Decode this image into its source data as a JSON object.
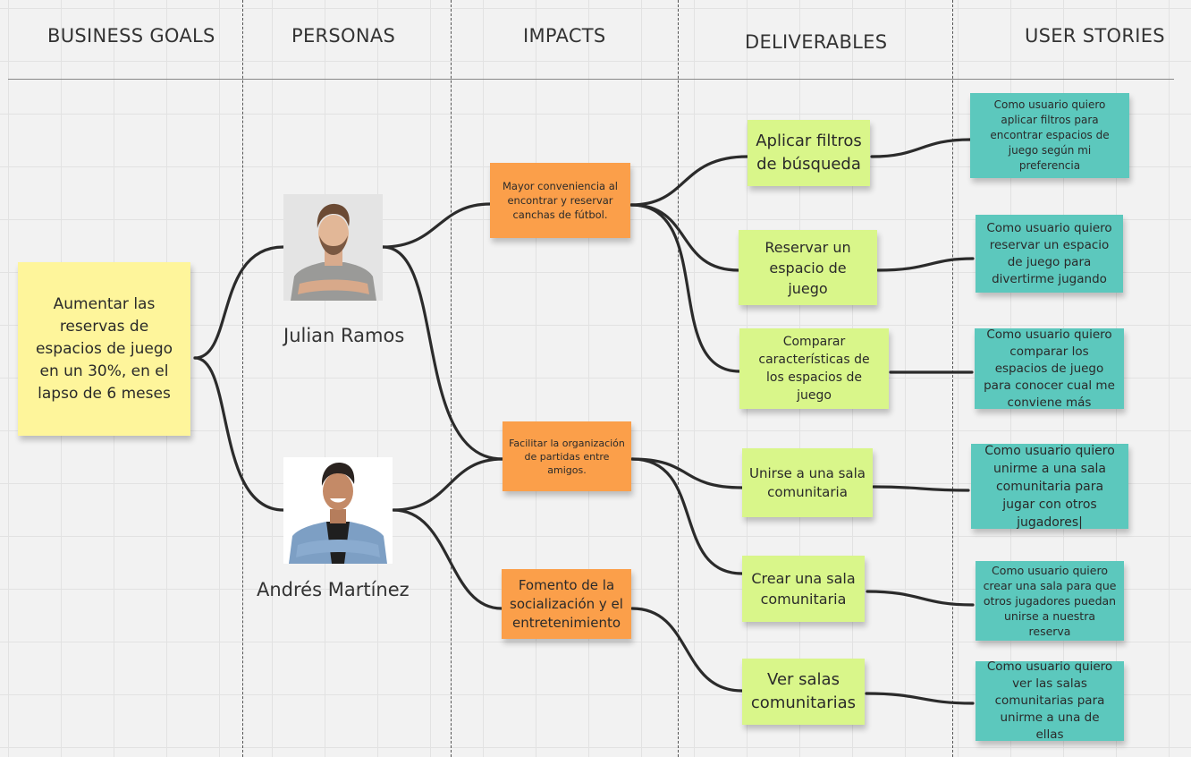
{
  "headers": {
    "business_goals": "BUSINESS GOALS",
    "personas": "PERSONAS",
    "impacts": "IMPACTS",
    "deliverables": "DELIVERABLES",
    "user_stories": "USER STORIES"
  },
  "goal": "Aumentar las reservas  de espacios de juego en un 30%, en el lapso de 6 meses",
  "personas": [
    {
      "name": "Julian Ramos",
      "icon": "person-photo-icon"
    },
    {
      "name": "Andrés Martínez",
      "icon": "person-photo-icon"
    }
  ],
  "impacts": [
    "Mayor conveniencia al encontrar y reservar canchas de fútbol.",
    "Facilitar la organización de partidas entre amigos.",
    "Fomento de la socialización y el entretenimiento"
  ],
  "deliverables": [
    "Aplicar filtros de búsqueda",
    "Reservar un espacio de juego",
    "Comparar características de los espacios de juego",
    "Unirse a una sala comunitaria",
    "Crear una sala comunitaria",
    "Ver salas comunitarias"
  ],
  "stories": [
    "Como usuario quiero aplicar filtros para encontrar espacios de juego según mi preferencia",
    "Como usuario quiero reservar un espacio de juego para divertirme jugando",
    "Como usuario quiero comparar los espacios de juego para conocer cual me conviene más",
    "Como usuario quiero unirme a una sala comunitaria para jugar con otros jugadores|",
    "Como usuario quiero crear una sala para que otros jugadores puedan unirse a nuestra reserva",
    "Como usuario quiero ver las salas comunitarias para unirme a una de ellas"
  ],
  "colors": {
    "goal": "#fef59b",
    "impact": "#fb9f4a",
    "deliverable": "#d9f68a",
    "story": "#5cc8bd",
    "connector": "#2b2b2b"
  }
}
